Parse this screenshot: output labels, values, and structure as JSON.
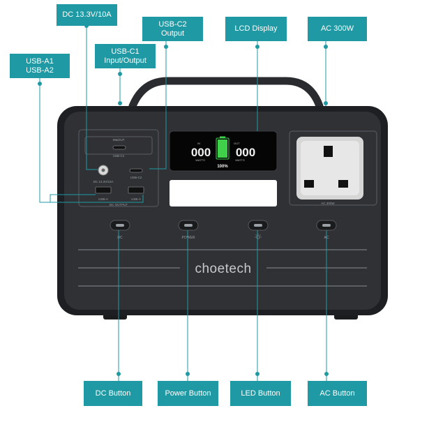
{
  "callouts": {
    "dc_port": "DC 13.3V/10A",
    "usb_c2": "USB-C2\nOutput",
    "lcd": "LCD Display",
    "ac_outlet": "AC 300W",
    "usb_c1": "USB-C1\nInput/Output",
    "usb_a": "USB-A1\nUSB-A2",
    "dc_button": "DC Button",
    "power_button": "Power Button",
    "led_button": "LED Button",
    "ac_button": "AC Button"
  },
  "device": {
    "brand": "choetech",
    "panel_labels": {
      "in_out": "IN&OUT",
      "usb_c1": "USB-C1",
      "dc_port": "DC 13.3V/10A",
      "usb_c2": "USB-C2",
      "usb_a_left": "USB-A",
      "usb_a_right": "USB-A",
      "dc_output": "DC OUTPUT",
      "ac_rating": "AC 300W"
    },
    "buttons": {
      "dc": "DC",
      "power": "POWER",
      "ac": "AC"
    },
    "lcd": {
      "in_label": "IN",
      "out_label": "OUT",
      "in_value": "000",
      "out_value": "000",
      "in_unit": "WATTS",
      "out_unit": "WATTS",
      "battery_percent": "100%",
      "battery_level": 1.0
    }
  },
  "colors": {
    "callout_bg": "#1f9aa4",
    "line": "#1f9aa4",
    "body": "#2b2d30",
    "battery": "#3fd14a"
  }
}
